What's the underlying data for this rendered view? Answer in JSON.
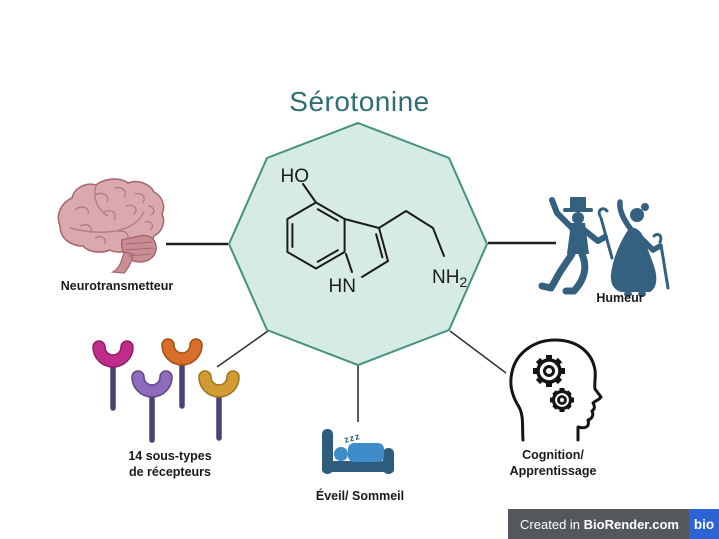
{
  "title": "Sérotonine",
  "molecule": {
    "ho": "HO",
    "hn": "HN",
    "amine_base": "NH",
    "amine_sub": "2"
  },
  "sleep_zzz": "zzz",
  "nodes": {
    "neurotransmitter": {
      "label": "Neurotransmetteur"
    },
    "mood": {
      "label": "Humeur"
    },
    "receptors": {
      "line1": "14 sous-types",
      "line2": "de récepteurs"
    },
    "sleep": {
      "label": "Éveil/ Sommeil"
    },
    "cognition": {
      "line1": "Cognition/",
      "line2": "Apprentissage"
    }
  },
  "watermark": {
    "prefix": "Created in ",
    "brand": "BioRender.com",
    "logo": "bio"
  },
  "colors": {
    "title_teal": "#2e6e74",
    "octagon_fill": "#d7ebe6",
    "octagon_stroke": "#44917e",
    "molecule_ink": "#1b1b1b",
    "silhouette_blue": "#33617f",
    "brain_pink": "#d9a9ae",
    "brain_outline": "#a8656e",
    "bed_dark": "#2e5c7c",
    "bed_light_blue": "#3f8ccb",
    "receptor_magenta": "#c02c8b",
    "receptor_orange": "#d96d2a",
    "receptor_purple": "#8d6cbd",
    "receptor_gold": "#d29c33",
    "receptor_stem": "#4e4073",
    "head_outline": "#151515",
    "watermark_bar": "#54585d",
    "watermark_logo_blue": "#2c63d6"
  }
}
